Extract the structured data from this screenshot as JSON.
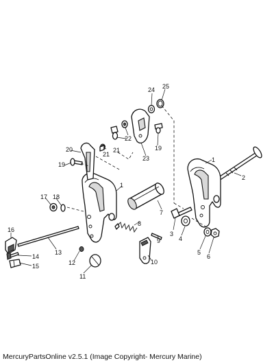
{
  "callouts": [
    {
      "id": "c1a",
      "text": "1"
    },
    {
      "id": "c1b",
      "text": "1"
    },
    {
      "id": "c2",
      "text": "2"
    },
    {
      "id": "c3",
      "text": "3"
    },
    {
      "id": "c4",
      "text": "4"
    },
    {
      "id": "c5",
      "text": "5"
    },
    {
      "id": "c6",
      "text": "6"
    },
    {
      "id": "c7",
      "text": "7"
    },
    {
      "id": "c8",
      "text": "8"
    },
    {
      "id": "c9",
      "text": "9"
    },
    {
      "id": "c10",
      "text": "10"
    },
    {
      "id": "c11",
      "text": "11"
    },
    {
      "id": "c12",
      "text": "12"
    },
    {
      "id": "c13",
      "text": "13"
    },
    {
      "id": "c14",
      "text": "14"
    },
    {
      "id": "c15",
      "text": "15"
    },
    {
      "id": "c16",
      "text": "16"
    },
    {
      "id": "c17",
      "text": "17"
    },
    {
      "id": "c18",
      "text": "18"
    },
    {
      "id": "c19a",
      "text": "19"
    },
    {
      "id": "c19b",
      "text": "19"
    },
    {
      "id": "c20",
      "text": "20"
    },
    {
      "id": "c21a",
      "text": "21"
    },
    {
      "id": "c21b",
      "text": "21"
    },
    {
      "id": "c22",
      "text": "22"
    },
    {
      "id": "c23",
      "text": "23"
    },
    {
      "id": "c24",
      "text": "24"
    },
    {
      "id": "c25",
      "text": "25"
    }
  ],
  "caption": "MercuryPartsOnline v2.5.1 (Image Copyright- Mercury Marine)"
}
